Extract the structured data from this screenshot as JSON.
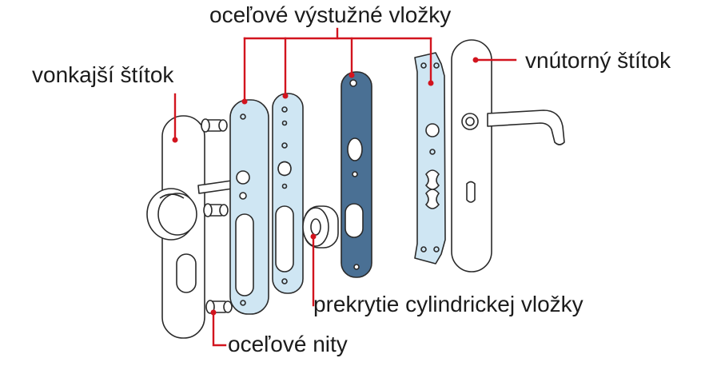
{
  "labels": {
    "steel_inserts": "oceľové výstužné vložky",
    "outer_plate": "vonkajší štítok",
    "inner_plate": "vnútorný štítok",
    "cylinder_cover": "prekrytie cylindrickej vložky",
    "steel_rivets": "oceľové nity"
  },
  "colors": {
    "leader_line": "#d2141e",
    "outline": "#2a2a2a",
    "insert_fill": "#cfe6f3",
    "dark_insert_fill": "#4a7094",
    "plate_fill": "#ffffff",
    "text": "#1b1b1b"
  }
}
